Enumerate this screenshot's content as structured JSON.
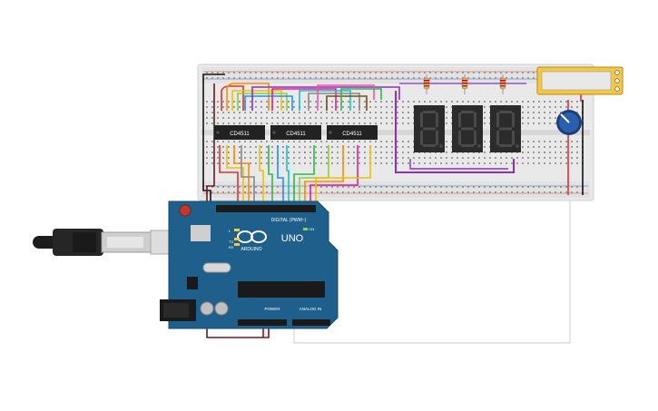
{
  "circuit": {
    "chips": [
      {
        "label": "CD4511"
      },
      {
        "label": "CD4511"
      },
      {
        "label": "CD4511"
      }
    ],
    "displays": [
      {
        "digit": "8."
      },
      {
        "digit": "8."
      },
      {
        "digit": "8."
      }
    ],
    "arduino": {
      "brand": "ARDUINO",
      "model": "UNO",
      "digital_label": "DIGITAL (PWM~)",
      "power_label": "POWER",
      "analog_label": "ANALOG IN",
      "tx_label": "TX",
      "rx_label": "RX",
      "l_label": "L",
      "on_label": "ON"
    }
  },
  "colors": {
    "breadboard": "#e8e8e8",
    "arduino": "#1f5f8b",
    "display": "#2b2b2b",
    "segment_off": "#4a4a4a",
    "chip": "#222222",
    "lcd": "#f4c842",
    "potentiometer": "#1e4f9a"
  }
}
